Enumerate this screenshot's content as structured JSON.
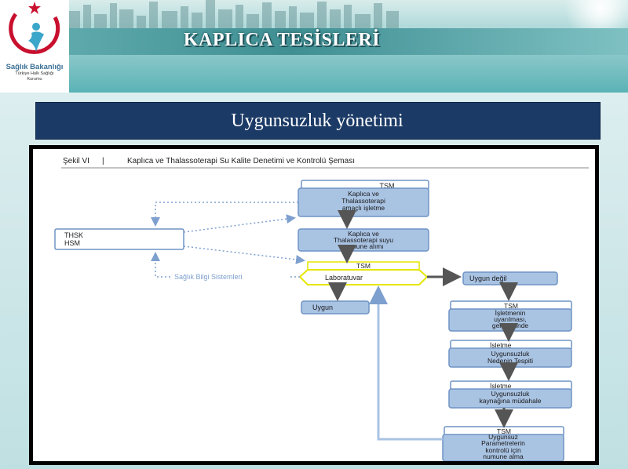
{
  "header": {
    "logo": {
      "name": "Sağlık Bakanlığı",
      "sub1": "Türkiye Halk Sağlığı",
      "sub2": "Kurumu"
    },
    "title": "KAPLICA TESİSLERİ"
  },
  "subtitle": "Uygunsuzluk yönetimi",
  "figure": {
    "caption_left": "Şekil VI",
    "caption_right": "Kaplıca ve Thalassoterapi Su Kalite Denetimi ve Kontrolü Şeması",
    "nodes": {
      "tsm1_tag": "TSM",
      "tsm1_line1": "Kaplıca ve",
      "tsm1_line2": "Thalassoterapi",
      "tsm1_line3": "amaçlı işletme",
      "tsm2_line1": "Kaplıca ve",
      "tsm2_line2": "Thalassoterapi suyu",
      "tsm2_line3": "numune alımı",
      "thsk_line1": "THSK",
      "thsk_line2": "HSM",
      "lab_tag": "TSM",
      "lab_label": "Laboratuvar",
      "sbs": "Sağlık Bilgi Sistemleri",
      "uygun": "Uygun",
      "uygun_degil": "Uygun değil",
      "step1_tag": "TSM",
      "step1_line1": "İşletmenin",
      "step1_line2": "uyarılması,",
      "step1_line3": "gerektiğinde",
      "step2_tag": "İşletme",
      "step2_line1": "Uygunsuzluk",
      "step2_line2": "Nedenin Tespiti",
      "step3_tag": "İşletme",
      "step3_line1": "Uygunsuzluk",
      "step3_line2": "kaynağına müdahale",
      "step4_tag": "TSM",
      "step4_line1": "Uygunsuz",
      "step4_line2": "Parametrelerin",
      "step4_line3": "kontrolü için",
      "step4_line4": "numune alma"
    }
  },
  "colors": {
    "box_fill": "#a9c3e3",
    "box_stroke": "#6f93c4",
    "arrow": "#555555",
    "dotted": "#7ea0cf",
    "lab_stroke": "#e6e600",
    "navy": "#1b3a66"
  }
}
